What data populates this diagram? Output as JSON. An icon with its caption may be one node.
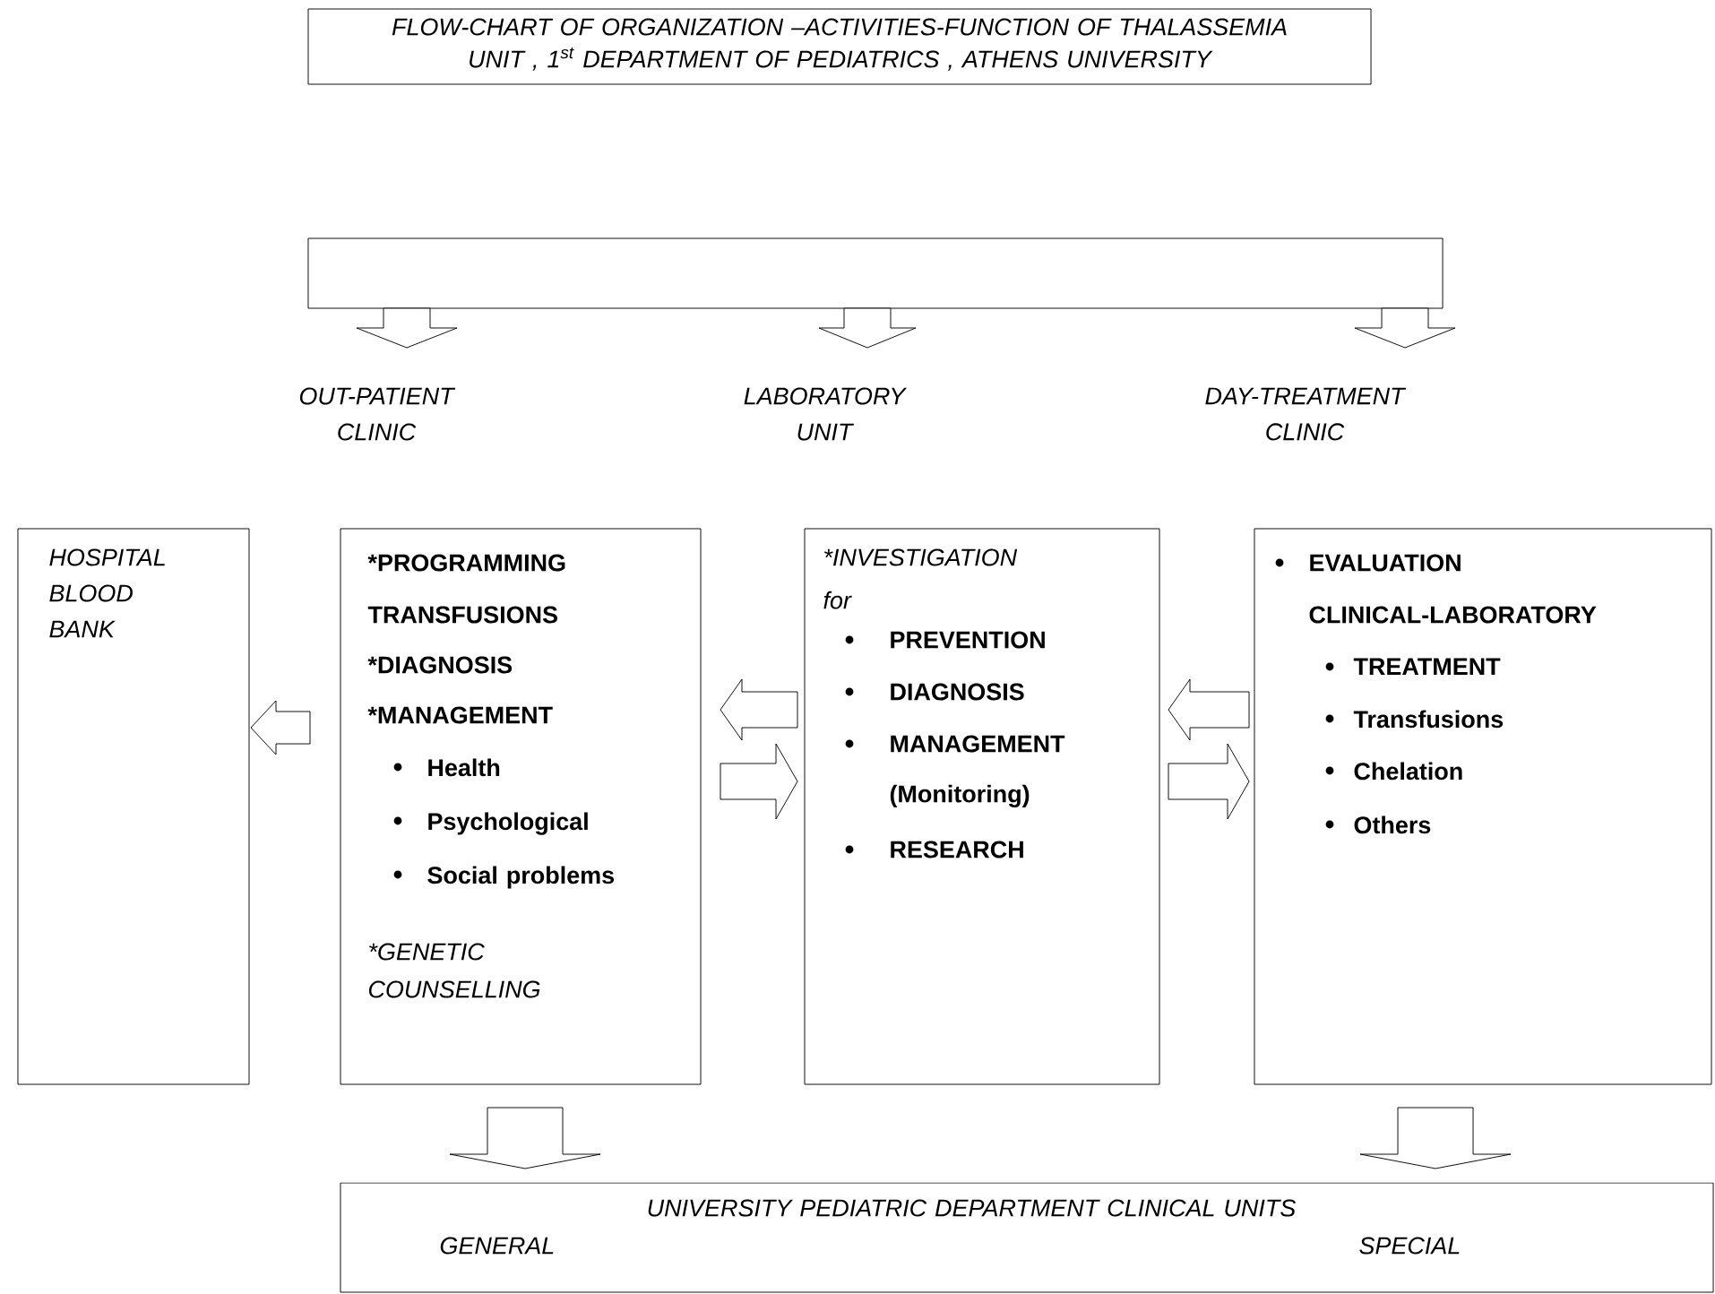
{
  "diagram": {
    "nodes": [
      {
        "text": [
          "FLOW-CHART OF ORGANIZATION –ACTIVITIES-FUNCTION OF THALASSEMIA UNIT , 1$^{st}$ DEPARTMENT OF PEDIATRICS , ATHENS UNIVERSITY"
        ]
      },
      {
        "text": [],
        "shape": "bar"
      },
      {
        "text": [
          "OUT-PATIENT CLINIC"
        ]
      },
      {
        "text": [
          "LABORATORY UNIT"
        ]
      },
      {
        "text": [
          "DAY-TREATMENT CLINIC"
        ]
      },
      {
        "text": [
          "HOSPITAL BLOOD BANK"
        ]
      },
      {
        "text": [
          "*PROGRAMMING TRANSFUSIONS",
          "*DIAGNOSIS",
          "*MANAGEMENT",
          "Health",
          "Psychological",
          "Social problems",
          "*GENETIC COUNSELLING"
        ]
      },
      {
        "text": [
          "*INVESTIGATION for",
          "PREVENTION",
          "DIAGNOSIS",
          "MANAGEMENT (Monitoring)",
          "RESEARCH"
        ]
      },
      {
        "text": [
          "EVALUATION CLINICAL-LABORATORY",
          "TREATMENT",
          "Transfusions",
          "Chelation",
          "Others"
        ]
      },
      {
        "text": [
          "UNIVERSITY PEDIATRIC DEPARTMENT CLINICAL UNITS",
          "GENERAL",
          "SPECIAL"
        ]
      }
    ],
    "edges": [
      {
        "from": 1,
        "to": 2,
        "arrow": "to"
      },
      {
        "from": 1,
        "to": 3,
        "arrow": "to"
      },
      {
        "from": 1,
        "to": 4,
        "arrow": "to"
      },
      {
        "from": 6,
        "to": 5,
        "arrow": "to"
      },
      {
        "from": 7,
        "to": 6,
        "arrow": "to"
      },
      {
        "from": 6,
        "to": 7,
        "arrow": "to"
      },
      {
        "from": 8,
        "to": 7,
        "arrow": "to"
      },
      {
        "from": 7,
        "to": 8,
        "arrow": "to"
      },
      {
        "from": 6,
        "to": 9,
        "arrow": "to"
      },
      {
        "from": 8,
        "to": 9,
        "arrow": "to"
      }
    ]
  }
}
